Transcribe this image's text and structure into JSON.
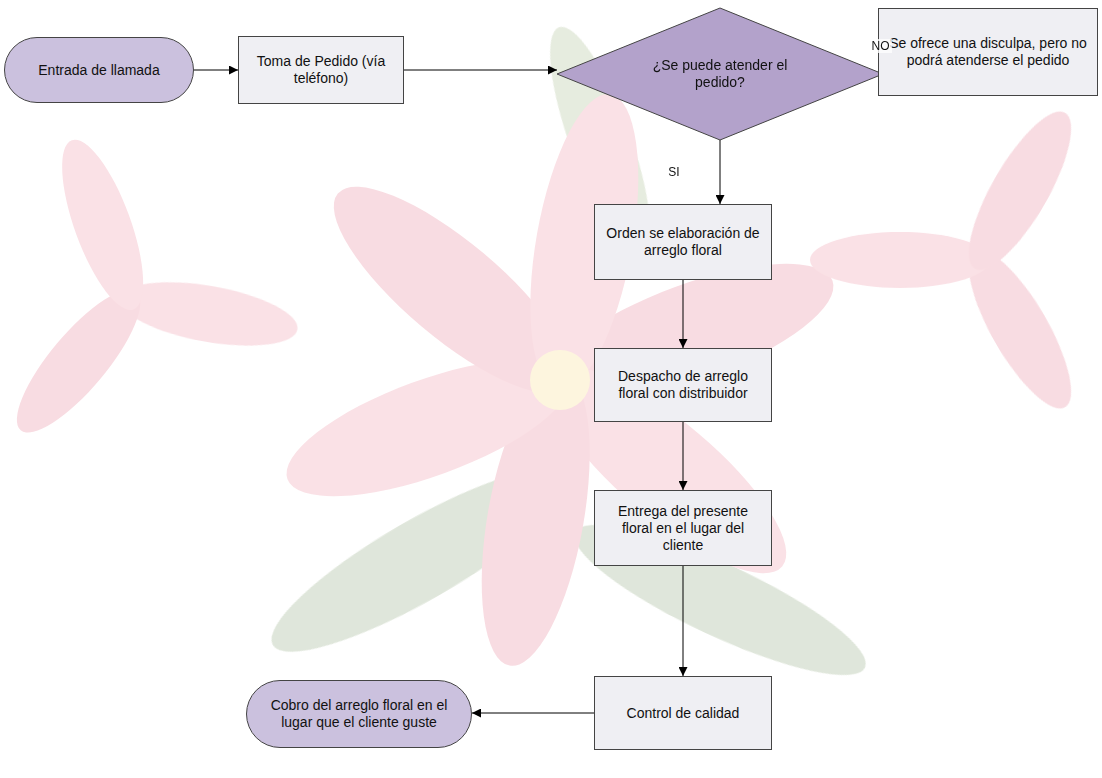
{
  "diagram": {
    "nodes": [
      {
        "text": [
          "Entrada de llamada"
        ]
      },
      {
        "text": [
          "Toma de Pedido (vía teléfono)"
        ]
      },
      {
        "text": [
          "¿Se puede atender el pedido?"
        ]
      },
      {
        "text": [
          "Se ofrece una disculpa, pero no podrá atenderse el pedido"
        ]
      },
      {
        "text": [
          "Orden se elaboración de arreglo floral"
        ]
      },
      {
        "text": [
          "Despacho de arreglo floral con distribuidor"
        ]
      },
      {
        "text": [
          "Entrega del presente floral en el lugar del cliente"
        ]
      },
      {
        "text": [
          "Control de calidad"
        ]
      },
      {
        "text": [
          "Cobro del arreglo floral en el lugar que el cliente guste"
        ]
      }
    ],
    "edges": [
      {
        "from": 0,
        "to": 1,
        "arrow": "to"
      },
      {
        "from": 1,
        "to": 2,
        "arrow": "to"
      },
      {
        "from": 2,
        "to": 3,
        "arrow": "to",
        "label": "NO"
      },
      {
        "from": 2,
        "to": 4,
        "arrow": "to",
        "label": "SI"
      },
      {
        "from": 4,
        "to": 5,
        "arrow": "to"
      },
      {
        "from": 5,
        "to": 6,
        "arrow": "to"
      },
      {
        "from": 6,
        "to": 7,
        "arrow": "to"
      },
      {
        "from": 7,
        "to": 8,
        "arrow": "to"
      }
    ]
  }
}
